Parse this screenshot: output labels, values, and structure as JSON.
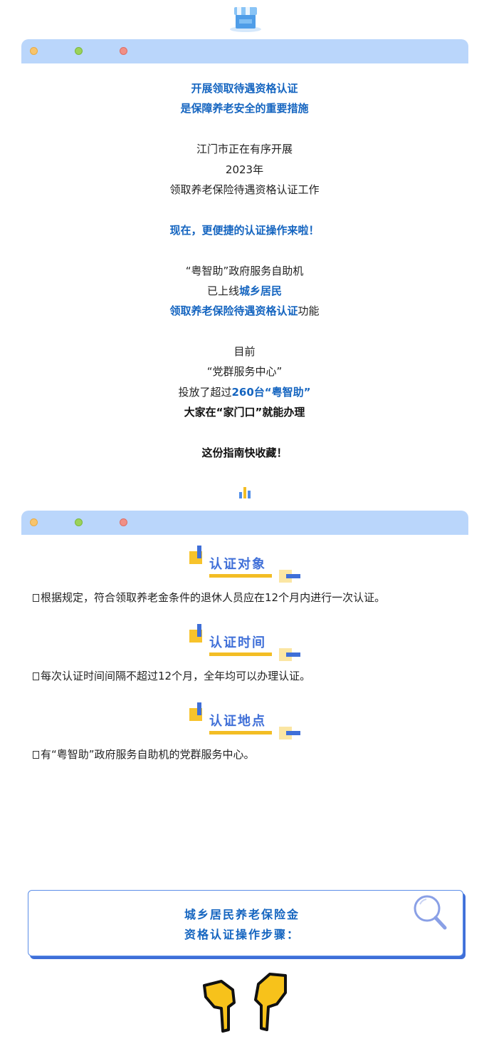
{
  "intro": {
    "heading_lines": [
      "开展领取待遇资格认证",
      "是保障养老安全的重要措施"
    ],
    "line1": "江门市正在有序开展",
    "line2": "2023年",
    "line3": "领取养老保险待遇资格认证工作",
    "convenient": "现在，更便捷的认证操作来啦！",
    "machine_line": "“粤智助”政府服务自助机",
    "online_prefix": "已上线",
    "online_highlight": "城乡居民",
    "function_highlight": "领取养老保险待遇资格认证",
    "function_suffix": "功能",
    "now": "目前",
    "center": "“党群服务中心”",
    "deploy_prefix": "投放了超过",
    "deploy_highlight": "260台“粤智助”",
    "home": "大家在“家门口”就能办理",
    "save": "这份指南快收藏！"
  },
  "sections": [
    {
      "title": "认证对象",
      "text": "根据规定，符合领取养老金条件的退休人员应在12个月内进行一次认证。"
    },
    {
      "title": "认证时间",
      "text": "每次认证时间间隔不超过12个月，全年均可以办理认证。"
    },
    {
      "title": "认证地点",
      "text": "有“粤智助”政府服务自助机的党群服务中心。"
    }
  ],
  "steps_box": {
    "line1": "城乡居民养老保险金",
    "line2": "资格认证操作步骤："
  },
  "colors": {
    "accent_blue": "#1565c0",
    "title_blue": "#3f6fd8",
    "bar_blue": "#bad6fb",
    "yellow": "#f7c32b"
  },
  "icons": [
    "store-icon",
    "window-dot-icon",
    "bar-chart-icon",
    "magnifier-icon",
    "pointing-down-hand-icon"
  ]
}
